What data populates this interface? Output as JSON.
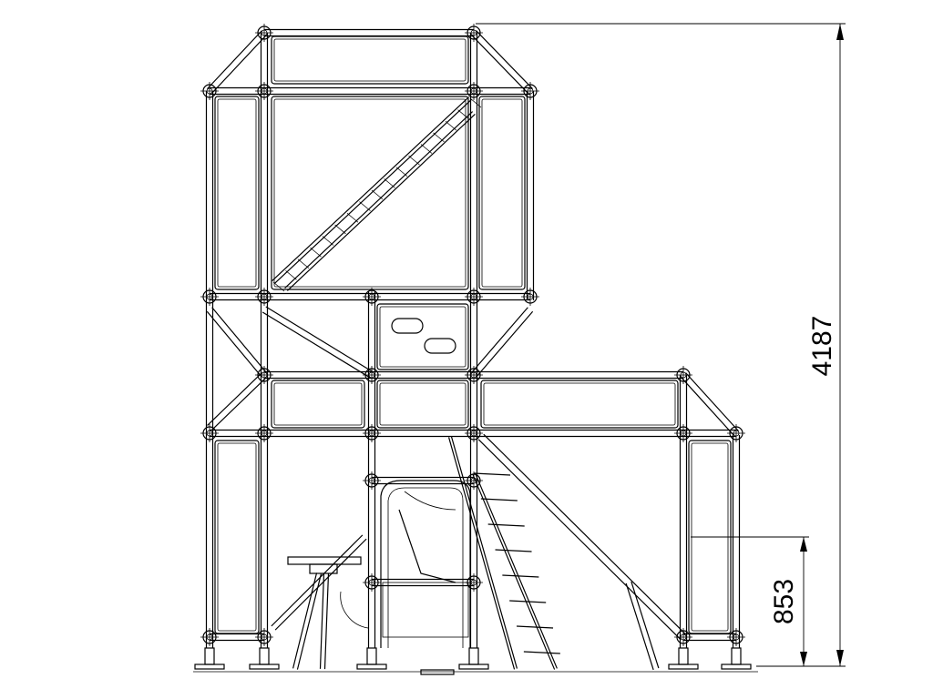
{
  "drawing": {
    "dimensions": [
      {
        "id": "overall-height",
        "value": "4187"
      },
      {
        "id": "platform-height",
        "value": "853"
      }
    ]
  }
}
